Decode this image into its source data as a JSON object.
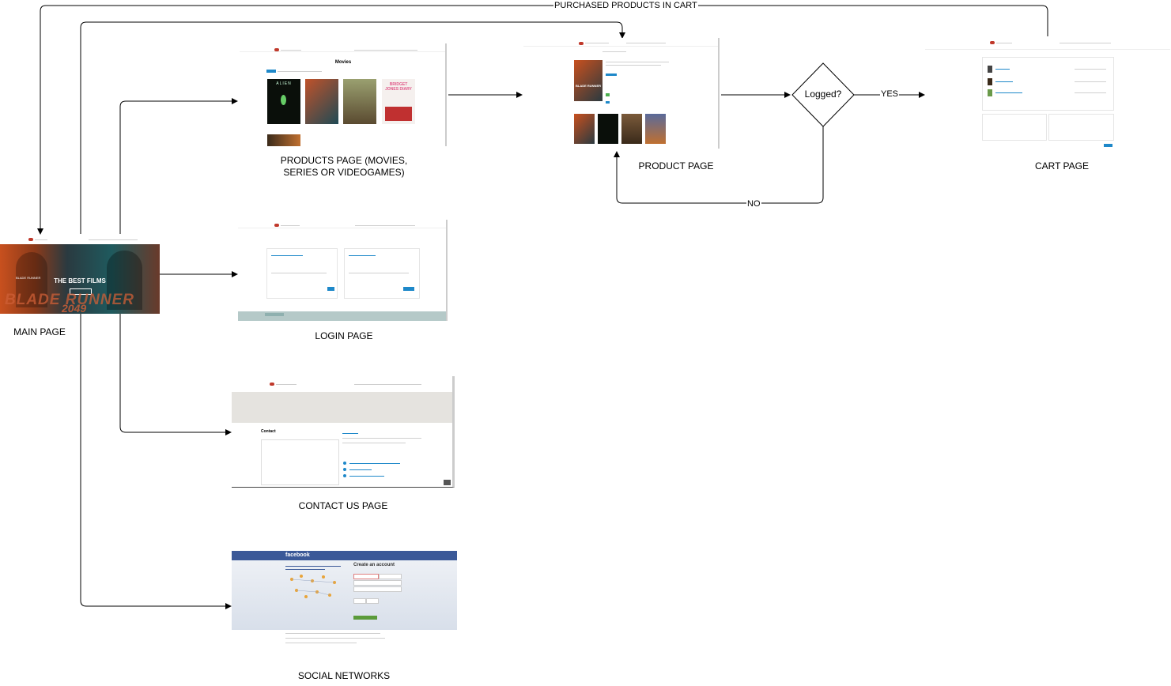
{
  "nodes": {
    "main": {
      "label": "MAIN PAGE",
      "hero_small": "BLADE RUNNER",
      "hero_title": "THE BEST FILMS",
      "hero_big": "BLADE RUNNER",
      "hero_year": "2049"
    },
    "products": {
      "label": "PRODUCTS PAGE (MOVIES,\nSERIES OR VIDEOGAMES)",
      "heading": "Movies",
      "poster_alien": "ALIEN",
      "poster_bridget": "BRIDGET JONES DIARY"
    },
    "product": {
      "label": "PRODUCT PAGE",
      "poster_text": "BLADE RUNNER"
    },
    "decision": {
      "label": "Logged?"
    },
    "cart": {
      "label": "CART PAGE"
    },
    "login": {
      "label": "LOGIN PAGE"
    },
    "contact": {
      "label": "CONTACT US PAGE",
      "heading": "Contact"
    },
    "social": {
      "label": "SOCIAL NETWORKS",
      "brand": "facebook",
      "create_account": "Create an account"
    }
  },
  "edges": {
    "purchased": "PURCHASED PRODUCTS IN CART",
    "yes": "YES",
    "no": "NO"
  },
  "colors": {
    "arrow": "#000000",
    "accent_blue": "#1e88c9",
    "facebook_blue": "#3b5998",
    "hero_dark": "#2a3a40",
    "hero_orange": "#c8501e",
    "login_footer": "#b5c9c8"
  }
}
